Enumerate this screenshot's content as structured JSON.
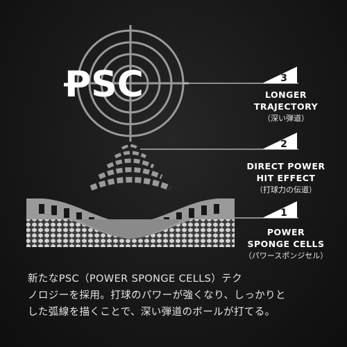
{
  "logo_text": "PSC",
  "callouts": [
    {
      "number": "3",
      "title_line1": "LONGER",
      "title_line2": "TRAJECTORY",
      "subtitle": "（深い弾道）"
    },
    {
      "number": "2",
      "title_line1": "DIRECT POWER",
      "title_line2": "HIT EFFECT",
      "subtitle": "（打球力の伝道）"
    },
    {
      "number": "1",
      "title_line1": "POWER",
      "title_line2": "SPONGE CELLS",
      "subtitle": "（パワースポンジセル）"
    }
  ],
  "description": {
    "line1": "新たなPSC（POWER SPONGE CELLS）テク",
    "line2": "ノロジーを採用。打球のパワーが強くなり、しっかりと",
    "line3": "した弧線を描くことで、深い弾道のボールが打てる。"
  },
  "colors": {
    "background": "#141414",
    "graphic": "#9a9a9a",
    "text": "#ffffff"
  }
}
